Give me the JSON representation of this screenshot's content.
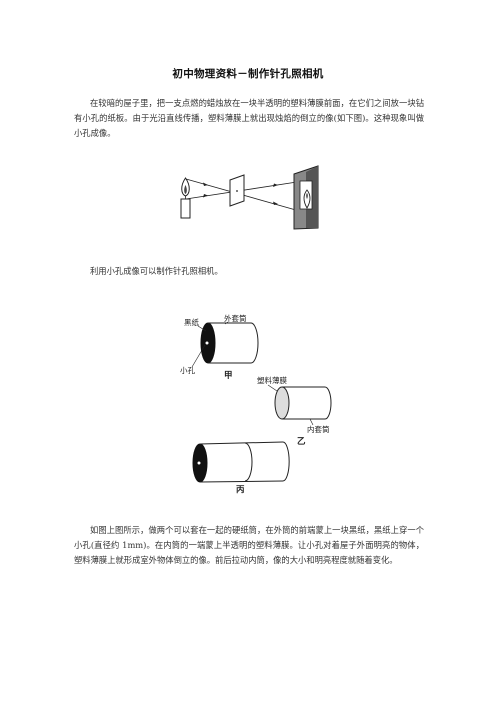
{
  "title": "初中物理资料－制作针孔照相机",
  "paragraphs": {
    "p1": "在较暗的屋子里，把一支点燃的蜡烛放在一块半透明的塑料薄膜前面，在它们之间放一块钻有小孔的纸板。由于光沿直线传播，塑料薄膜上就出现烛焰的倒立的像(如下图)。这种现象叫做小孔成像。",
    "p2": "利用小孔成像可以制作针孔照相机。",
    "p3": "如图上图所示，做两个可以套在一起的硬纸筒，在外筒的前端蒙上一块黑纸，黑纸上穿一个小孔(直径约 1mm)。在内筒的一端蒙上半透明的塑料薄膜。让小孔对着屋子外面明亮的物体，塑料薄膜上就形成室外物体倒立的像。前后拉动内筒，像的大小和明亮程度就随着变化。"
  },
  "figure2": {
    "labels": {
      "black_paper": "黑纸",
      "outer_tube": "外套筒",
      "small_hole": "小孔",
      "jia": "甲",
      "plastic_film": "塑料薄膜",
      "inner_tube": "内套筒",
      "yi": "乙",
      "bing": "丙"
    }
  },
  "colors": {
    "text": "#333333",
    "line": "#222222",
    "dark": "#111111"
  }
}
